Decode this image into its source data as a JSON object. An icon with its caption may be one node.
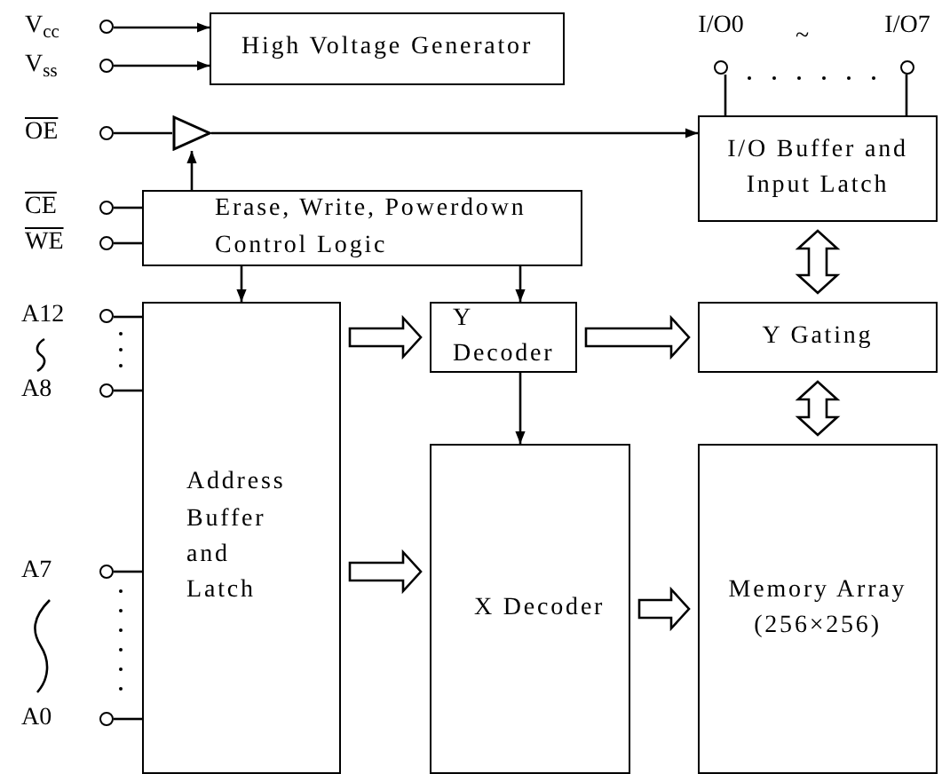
{
  "diagram": {
    "nodes": [
      {
        "text": [
          "V$_{cc}$"
        ]
      },
      {
        "text": [
          "V$_{ss}$"
        ]
      },
      {
        "text": [
          "OE"
        ]
      },
      {
        "text": [
          "CE"
        ]
      },
      {
        "text": [
          "WE"
        ]
      },
      {
        "text": [
          "A12"
        ]
      },
      {
        "text": [
          "A8"
        ]
      },
      {
        "text": [
          "A7"
        ]
      },
      {
        "text": [
          "A0"
        ]
      },
      {
        "text": [
          "I/O0"
        ]
      },
      {
        "text": [
          "I/O7"
        ]
      },
      {
        "text": [
          "High Voltage Generator"
        ]
      },
      {
        "text": [],
        "shape": "triangle"
      },
      {
        "text": [
          "I/O Buffer and Input Latch"
        ]
      },
      {
        "text": [
          "Erase, Write, Powerdown Control Logic"
        ]
      },
      {
        "text": [
          "Address Buffer and Latch"
        ]
      },
      {
        "text": [
          "Y Decoder"
        ]
      },
      {
        "text": [
          "X Decoder"
        ]
      },
      {
        "text": [
          "Y Gating"
        ]
      },
      {
        "text": [
          "Memory Array",
          "(256×256)"
        ]
      }
    ],
    "edges": [
      {
        "from": 0,
        "to": 11,
        "arrow": "to"
      },
      {
        "from": 1,
        "to": 11,
        "arrow": "to"
      },
      {
        "from": 2,
        "to": 12,
        "arrow": "none"
      },
      {
        "from": 12,
        "to": 13,
        "arrow": "to"
      },
      {
        "from": 14,
        "to": 12,
        "arrow": "to"
      },
      {
        "from": 3,
        "to": 14,
        "arrow": "none"
      },
      {
        "from": 4,
        "to": 14,
        "arrow": "none"
      },
      {
        "from": 14,
        "to": 15,
        "arrow": "to"
      },
      {
        "from": 14,
        "to": 16,
        "arrow": "to"
      },
      {
        "from": 16,
        "to": 17,
        "arrow": "to"
      },
      {
        "from": 5,
        "to": 15,
        "arrow": "none"
      },
      {
        "from": 6,
        "to": 15,
        "arrow": "none"
      },
      {
        "from": 7,
        "to": 15,
        "arrow": "none"
      },
      {
        "from": 8,
        "to": 15,
        "arrow": "none"
      },
      {
        "from": 9,
        "to": 13,
        "arrow": "none"
      },
      {
        "from": 10,
        "to": 13,
        "arrow": "none"
      },
      {
        "from": 15,
        "to": 16,
        "arrow": "to",
        "style": "thick"
      },
      {
        "from": 15,
        "to": 17,
        "arrow": "to",
        "style": "thick"
      },
      {
        "from": 16,
        "to": 18,
        "arrow": "to",
        "style": "thick"
      },
      {
        "from": 17,
        "to": 19,
        "arrow": "to",
        "style": "thick"
      },
      {
        "from": 13,
        "to": 18,
        "arrow": "both",
        "style": "thick"
      },
      {
        "from": 18,
        "to": 19,
        "arrow": "both",
        "style": "thick"
      }
    ],
    "labels": [
      "~"
    ]
  }
}
